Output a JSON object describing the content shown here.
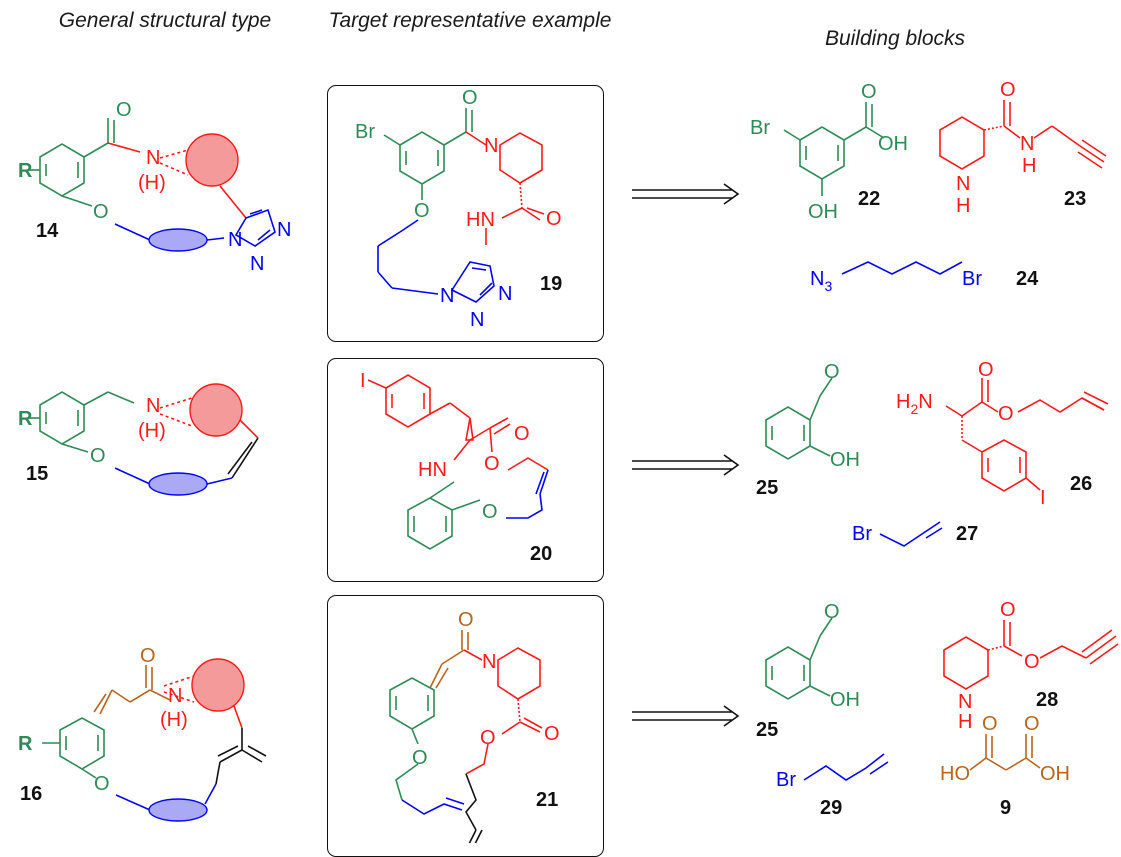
{
  "headers": {
    "general": "General structural type",
    "target": "Target representative example",
    "blocks": "Building blocks"
  },
  "colors": {
    "green": "#2e8b57",
    "red": "#ff1a1a",
    "blue": "#0000ff",
    "brown": "#b8651d",
    "pink_circle": "#f59a9a",
    "blue_ellipse": "#a9a9f5"
  },
  "rows": [
    {
      "general_label": "14",
      "target_label": "19",
      "blocks": [
        "22",
        "23",
        "24"
      ]
    },
    {
      "general_label": "15",
      "target_label": "20",
      "blocks": [
        "25",
        "26",
        "27"
      ]
    },
    {
      "general_label": "16",
      "target_label": "21",
      "blocks": [
        "25",
        "28",
        "29",
        "9"
      ]
    }
  ],
  "atoms": {
    "R": "R",
    "O": "O",
    "N": "N",
    "H": "H",
    "NH_paren": "(H)",
    "Br": "Br",
    "I": "I",
    "OH": "OH",
    "HO": "HO",
    "HN": "HN",
    "N3": "N",
    "sub3": "3",
    "H2N": "H",
    "sub2": "2",
    "Nsuffix": "N"
  }
}
